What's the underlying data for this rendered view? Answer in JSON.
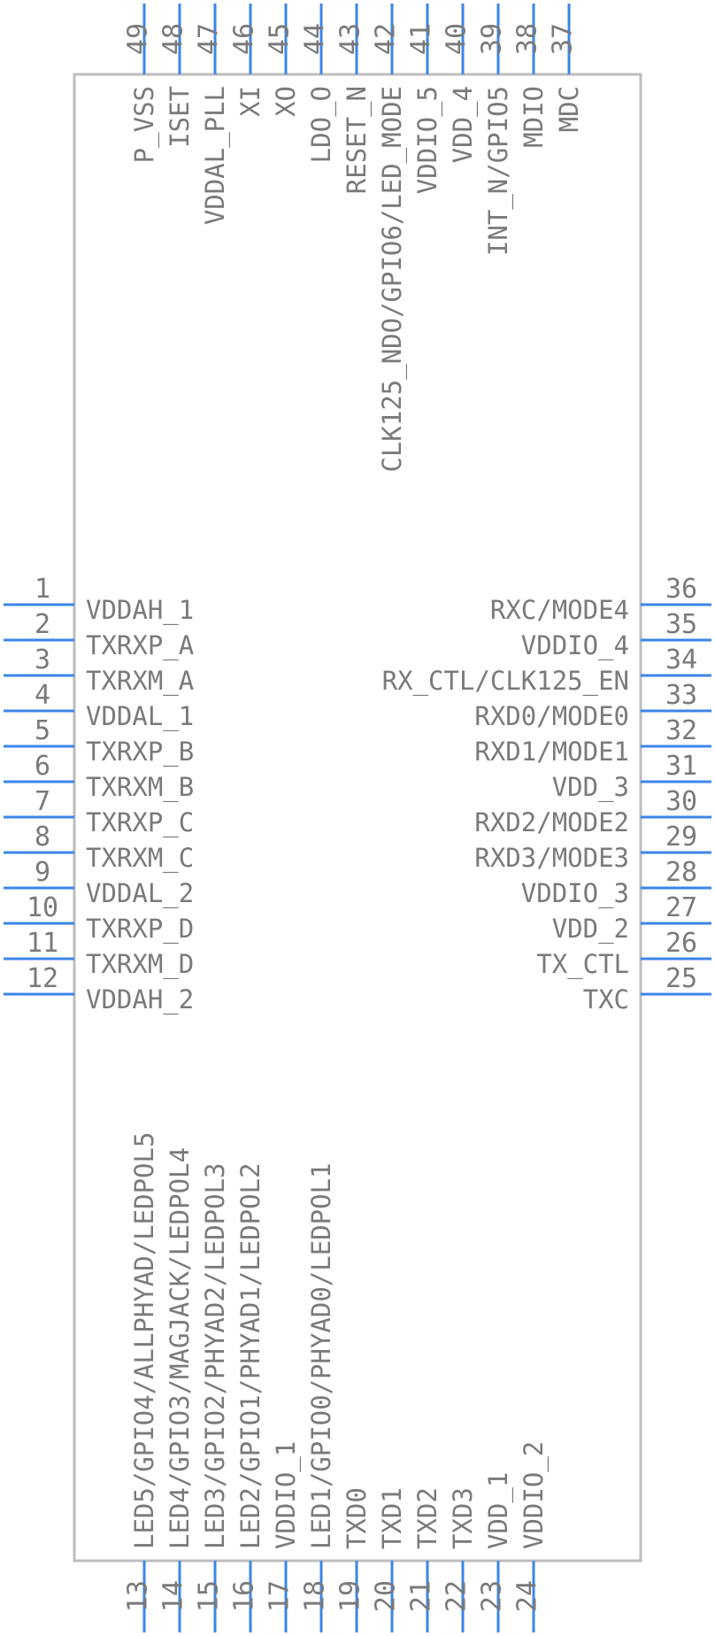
{
  "component": {
    "body_color": "#bdbdbd",
    "pin_color": "#3b86e8",
    "text_color": "#7a7a7a"
  },
  "pins": {
    "left": [
      {
        "num": "1",
        "name": "VDDAH_1"
      },
      {
        "num": "2",
        "name": "TXRXP_A"
      },
      {
        "num": "3",
        "name": "TXRXM_A"
      },
      {
        "num": "4",
        "name": "VDDAL_1"
      },
      {
        "num": "5",
        "name": "TXRXP_B"
      },
      {
        "num": "6",
        "name": "TXRXM_B"
      },
      {
        "num": "7",
        "name": "TXRXP_C"
      },
      {
        "num": "8",
        "name": "TXRXM_C"
      },
      {
        "num": "9",
        "name": "VDDAL_2"
      },
      {
        "num": "10",
        "name": "TXRXP_D"
      },
      {
        "num": "11",
        "name": "TXRXM_D"
      },
      {
        "num": "12",
        "name": "VDDAH_2"
      }
    ],
    "right": [
      {
        "num": "36",
        "name": "RXC/MODE4"
      },
      {
        "num": "35",
        "name": "VDDIO_4"
      },
      {
        "num": "34",
        "name": "RX_CTL/CLK125_EN"
      },
      {
        "num": "33",
        "name": "RXD0/MODE0"
      },
      {
        "num": "32",
        "name": "RXD1/MODE1"
      },
      {
        "num": "31",
        "name": "VDD_3"
      },
      {
        "num": "30",
        "name": "RXD2/MODE2"
      },
      {
        "num": "29",
        "name": "RXD3/MODE3"
      },
      {
        "num": "28",
        "name": "VDDIO_3"
      },
      {
        "num": "27",
        "name": "VDD_2"
      },
      {
        "num": "26",
        "name": "TX_CTL"
      },
      {
        "num": "25",
        "name": "TXC"
      }
    ],
    "top": [
      {
        "num": "49",
        "name": "P_VSS"
      },
      {
        "num": "48",
        "name": "ISET"
      },
      {
        "num": "47",
        "name": "VDDAL_PLL"
      },
      {
        "num": "46",
        "name": "XI"
      },
      {
        "num": "45",
        "name": "XO"
      },
      {
        "num": "44",
        "name": "LDO_O"
      },
      {
        "num": "43",
        "name": "RESET_N"
      },
      {
        "num": "42",
        "name": "CLK125_NDO/GPIO6/LED_MODE"
      },
      {
        "num": "41",
        "name": "VDDIO_5"
      },
      {
        "num": "40",
        "name": "VDD_4"
      },
      {
        "num": "39",
        "name": "INT_N/GPIO5"
      },
      {
        "num": "38",
        "name": "MDIO"
      },
      {
        "num": "37",
        "name": "MDC"
      }
    ],
    "bottom": [
      {
        "num": "13",
        "name": "LED5/GPIO4/ALLPHYAD/LEDPOL5"
      },
      {
        "num": "14",
        "name": "LED4/GPIO3/MAGJACK/LEDPOL4"
      },
      {
        "num": "15",
        "name": "LED3/GPIO2/PHYAD2/LEDPOL3"
      },
      {
        "num": "16",
        "name": "LED2/GPIO1/PHYAD1/LEDPOL2"
      },
      {
        "num": "17",
        "name": "VDDIO_1"
      },
      {
        "num": "18",
        "name": "LED1/GPIO0/PHYAD0/LEDPOL1"
      },
      {
        "num": "19",
        "name": "TXD0"
      },
      {
        "num": "20",
        "name": "TXD1"
      },
      {
        "num": "21",
        "name": "TXD2"
      },
      {
        "num": "22",
        "name": "TXD3"
      },
      {
        "num": "23",
        "name": "VDD_1"
      },
      {
        "num": "24",
        "name": "VDDIO_2"
      }
    ]
  }
}
